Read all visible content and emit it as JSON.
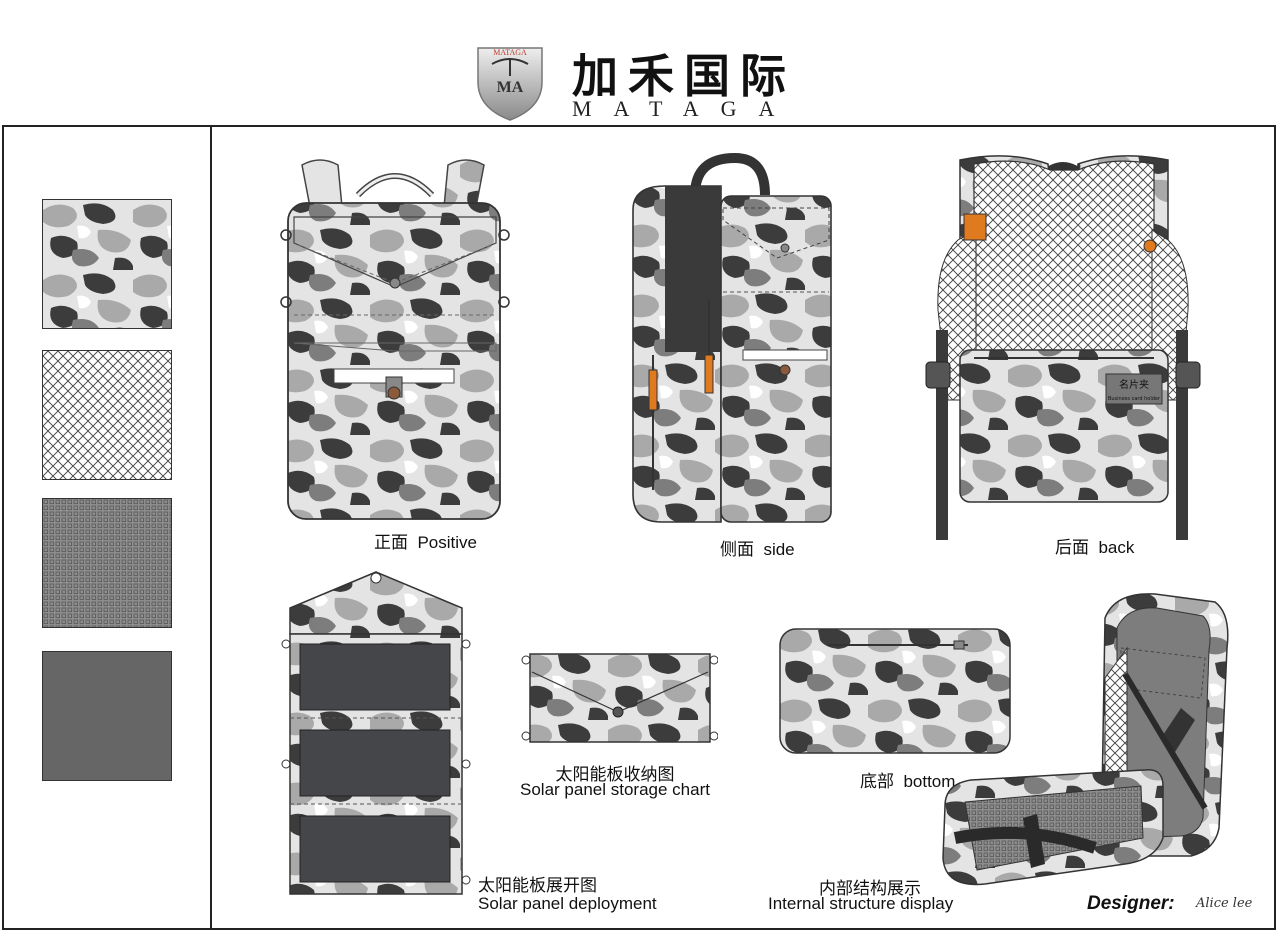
{
  "brand": {
    "logo_top_text": "MATAGA",
    "logo_monogram": "MA",
    "name_cn": "加禾国际",
    "name_en": "MATAGA"
  },
  "materials": [
    {
      "name": "camo-fabric",
      "pattern": "camouflage",
      "color": "#9a9a9a"
    },
    {
      "name": "mesh-fabric",
      "pattern": "diamond-mesh",
      "color": "#ffffff"
    },
    {
      "name": "grid-fabric",
      "pattern": "square-grid",
      "color": "#8a8a8a"
    },
    {
      "name": "solid-fabric",
      "pattern": "solid",
      "color": "#666666"
    }
  ],
  "views": {
    "front": {
      "cn": "正面",
      "en": "Positive"
    },
    "side": {
      "cn": "侧面",
      "en": "side"
    },
    "back": {
      "cn": "后面",
      "en": "back",
      "badge_cn": "名片夹",
      "badge_en": "Business card holder"
    },
    "storage": {
      "cn": "太阳能板收纳图",
      "en": "Solar panel storage chart"
    },
    "bottom": {
      "cn": "底部",
      "en": "bottom"
    },
    "deploy": {
      "cn": "太阳能板展开图",
      "en": "Solar panel deployment"
    },
    "internal": {
      "cn": "内部结构展示",
      "en": "Internal structure display"
    }
  },
  "designer": {
    "label": "Designer:",
    "signature": "Alice lee"
  },
  "colors": {
    "camo_light": "#e6e6e6",
    "camo_mid": "#a8a8a8",
    "camo_dark": "#3a3a3a",
    "accent": "#e07a1f",
    "panel": "#45464a"
  }
}
